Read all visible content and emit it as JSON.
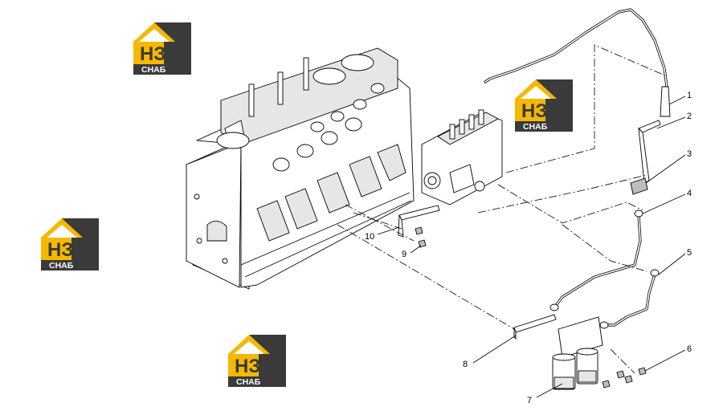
{
  "diagram": {
    "callouts": [
      "1",
      "2",
      "3",
      "4",
      "5",
      "6",
      "7",
      "8",
      "9",
      "10"
    ]
  },
  "watermark": {
    "logo_letters": "НЗ",
    "logo_caption": "СНАБ",
    "colors": {
      "yellow": "#f5b800",
      "dark": "#3a3a3a",
      "white": "#ffffff"
    }
  }
}
